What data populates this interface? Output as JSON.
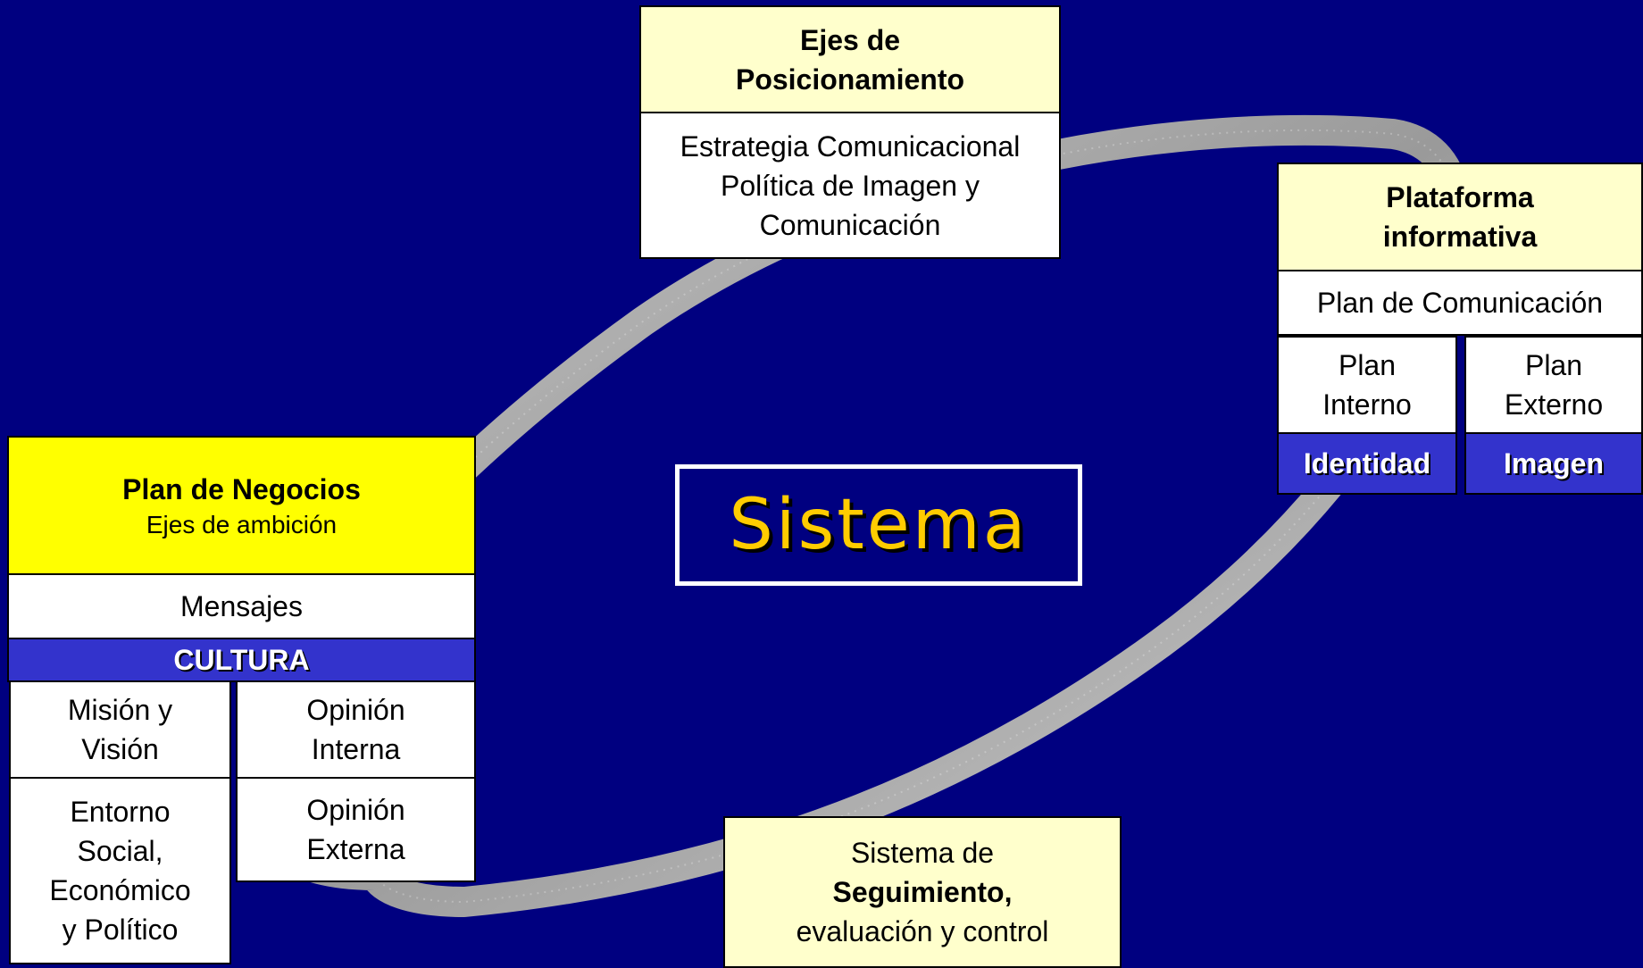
{
  "center_label": "Sistema",
  "ejes": {
    "title_line1": "Ejes de",
    "title_line2": "Posicionamiento",
    "body_line1": "Estrategia Comunicacional",
    "body_line2": "Política de Imagen y",
    "body_line3": "Comunicación"
  },
  "plataforma": {
    "title_line1": "Plataforma",
    "title_line2": "informativa",
    "plan_comunicacion": "Plan de Comunicación",
    "plan_interno_line1": "Plan",
    "plan_interno_line2": "Interno",
    "plan_externo_line1": "Plan",
    "plan_externo_line2": "Externo",
    "identidad": "Identidad",
    "imagen": "Imagen"
  },
  "negocios": {
    "title": "Plan de Negocios",
    "subtitle": "Ejes de ambición",
    "mensajes": "Mensajes",
    "cultura": "CULTURA",
    "mision_line1": "Misión y",
    "mision_line2": "Visión",
    "opinion_interna_line1": "Opinión",
    "opinion_interna_line2": "Interna",
    "entorno_line1": "Entorno",
    "entorno_line2": "Social,",
    "entorno_line3": "Económico",
    "entorno_line4": "y Político",
    "opinion_externa_line1": "Opinión",
    "opinion_externa_line2": "Externa"
  },
  "seguimiento": {
    "line1": "Sistema de",
    "line2": "Seguimiento,",
    "line3": "evaluación y control"
  },
  "colors": {
    "background": "#000080",
    "cream": "#ffffcc",
    "yellow": "#ffff00",
    "purple": "#3333cc",
    "ring": "#b0b0b0",
    "center_text": "#ffcc00"
  }
}
